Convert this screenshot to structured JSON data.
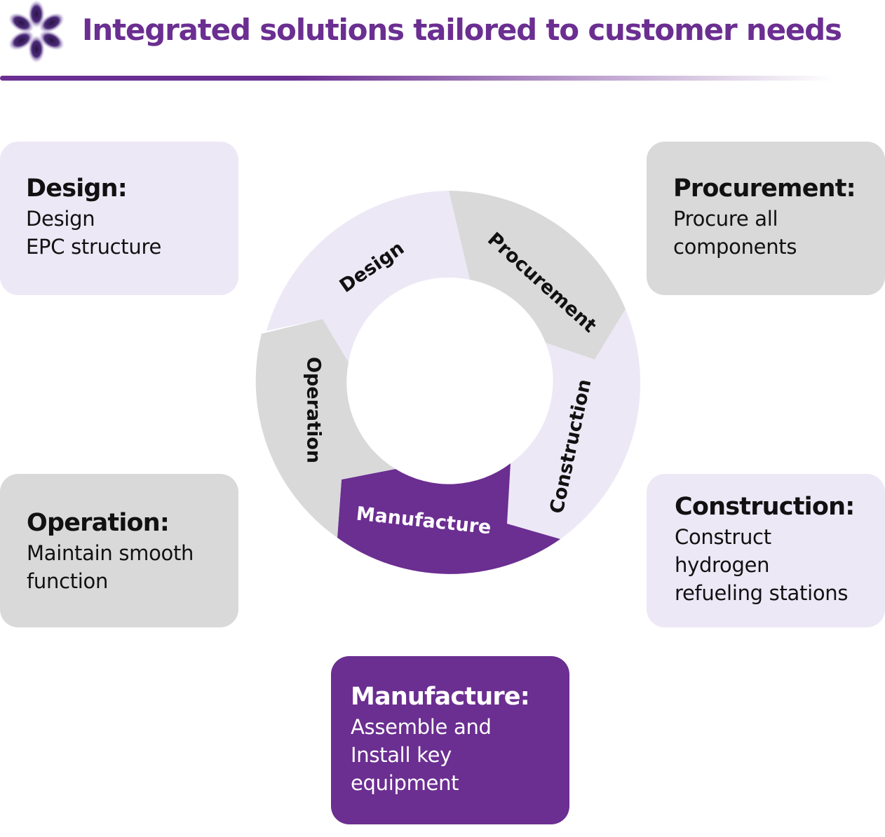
{
  "header": {
    "title": "Integrated solutions tailored to customer needs"
  },
  "colors": {
    "purple": "#6b2e91",
    "lavender": "#ede8f6",
    "gray": "#d9d9d9",
    "text": "#111111",
    "white": "#ffffff"
  },
  "icons": {
    "logo": "flower-logo-icon"
  },
  "cycle": {
    "segments": [
      {
        "label": "Design",
        "style": "lavender"
      },
      {
        "label": "Procurement",
        "style": "gray"
      },
      {
        "label": "Construction",
        "style": "lavender"
      },
      {
        "label": "Manufacture",
        "style": "purple"
      },
      {
        "label": "Operation",
        "style": "gray"
      }
    ]
  },
  "cards": {
    "design": {
      "title": "Design:",
      "lines": [
        "Design",
        "EPC structure"
      ]
    },
    "procurement": {
      "title": "Procurement:",
      "lines": [
        "Procure all",
        "components"
      ]
    },
    "operation": {
      "title": "Operation:",
      "lines": [
        "Maintain smooth",
        "function"
      ]
    },
    "construction": {
      "title": "Construction:",
      "lines": [
        "Construct",
        "hydrogen",
        "refueling stations"
      ]
    },
    "manufacture": {
      "title": "Manufacture:",
      "lines": [
        "Assemble and",
        "Install key",
        "equipment"
      ]
    }
  }
}
